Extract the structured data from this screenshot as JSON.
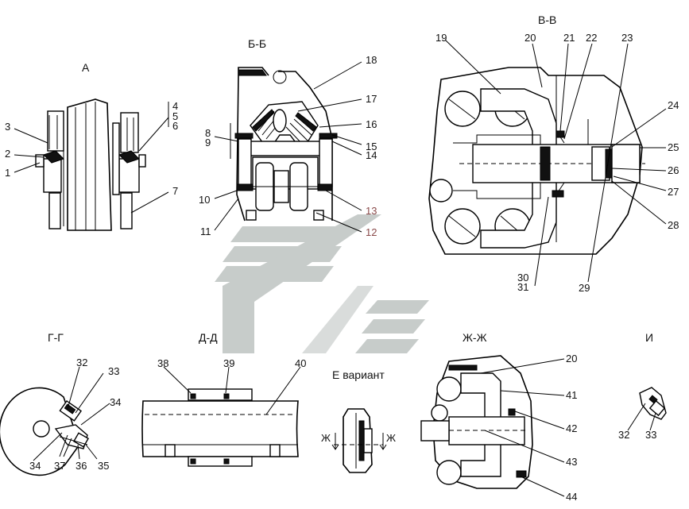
{
  "views": {
    "a": "А",
    "bb": "Б-Б",
    "vv": "В-В",
    "gg": "Г-Г",
    "dd": "Д-Д",
    "e_variant": "Е вариант",
    "zhzh": "Ж-Ж",
    "i": "И"
  },
  "section_arrow_label": "Ж",
  "callouts": {
    "n1": "1",
    "n2": "2",
    "n3": "3",
    "n4": "4",
    "n5": "5",
    "n6": "6",
    "n7": "7",
    "n8": "8",
    "n9": "9",
    "n10": "10",
    "n11": "11",
    "n12": "12",
    "n13": "13",
    "n14": "14",
    "n15": "15",
    "n16": "16",
    "n17": "17",
    "n18": "18",
    "n19": "19",
    "n20": "20",
    "n21": "21",
    "n22": "22",
    "n23": "23",
    "n24": "24",
    "n25": "25",
    "n26": "26",
    "n27": "27",
    "n28": "28",
    "n29": "29",
    "n30": "30",
    "n31": "31",
    "n32": "32",
    "n33": "33",
    "n34": "34",
    "n35": "35",
    "n36": "36",
    "n37": "37",
    "n38": "38",
    "n39": "39",
    "n40": "40",
    "n41": "41",
    "n42": "42",
    "n43": "43",
    "n44": "44"
  },
  "colors": {
    "line": "#000000",
    "watermark": "#c7ccca",
    "callout_highlight": "#8a4a4a"
  }
}
